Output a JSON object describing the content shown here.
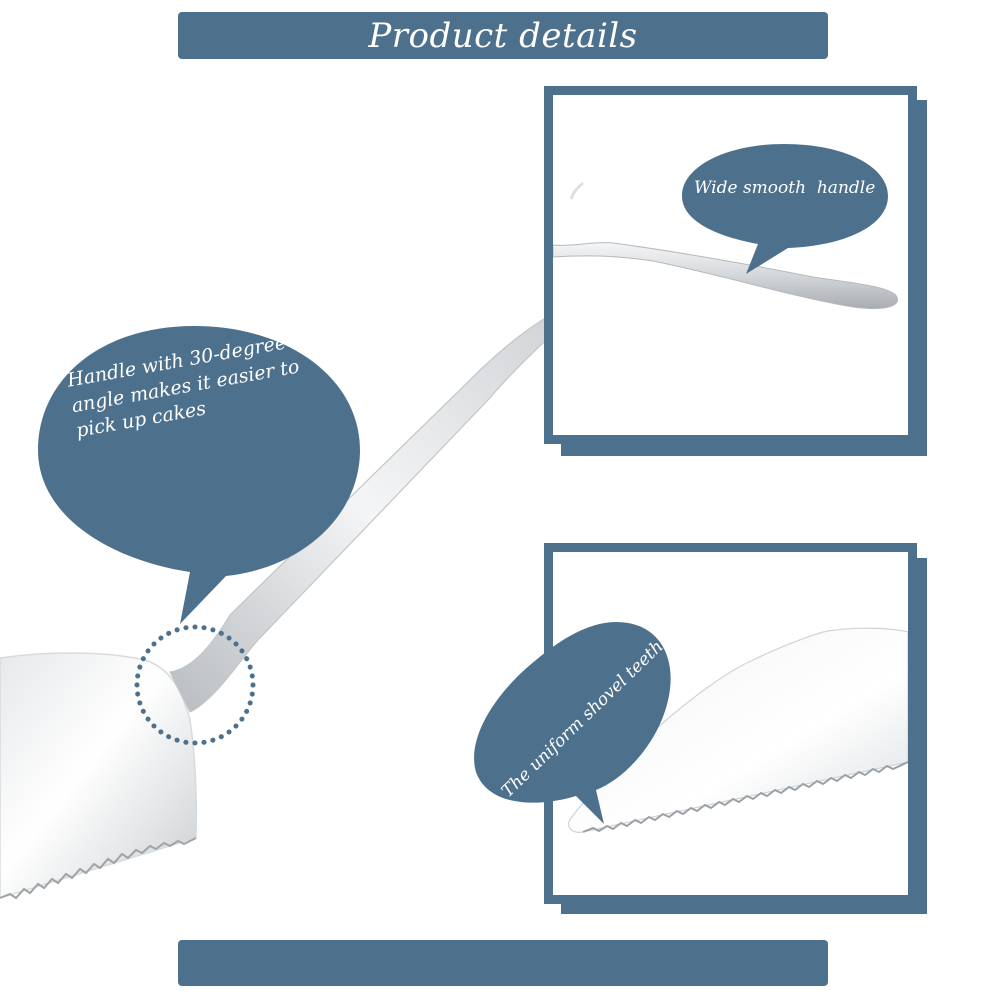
{
  "header": {
    "title": "Product details"
  },
  "callouts": {
    "angle_handle": "Handle with 30-degree angle makes it easier to pick up cakes",
    "angle_handle_lines": [
      "Handle with 30-degree",
      "angle makes it easier to",
      "pick up cakes"
    ],
    "wide_handle": "Wide smooth  handle",
    "shovel_teeth": "The uniform shovel teeth"
  },
  "colors": {
    "accent": "#4d718d",
    "background": "#ffffff",
    "text_on_accent": "#ffffff"
  },
  "icons": {
    "main_product": "cake-server-icon",
    "zoom_marker": "dotted-circle-icon",
    "handle_closeup": "cake-server-handle-icon",
    "teeth_closeup": "cake-server-teeth-icon"
  }
}
